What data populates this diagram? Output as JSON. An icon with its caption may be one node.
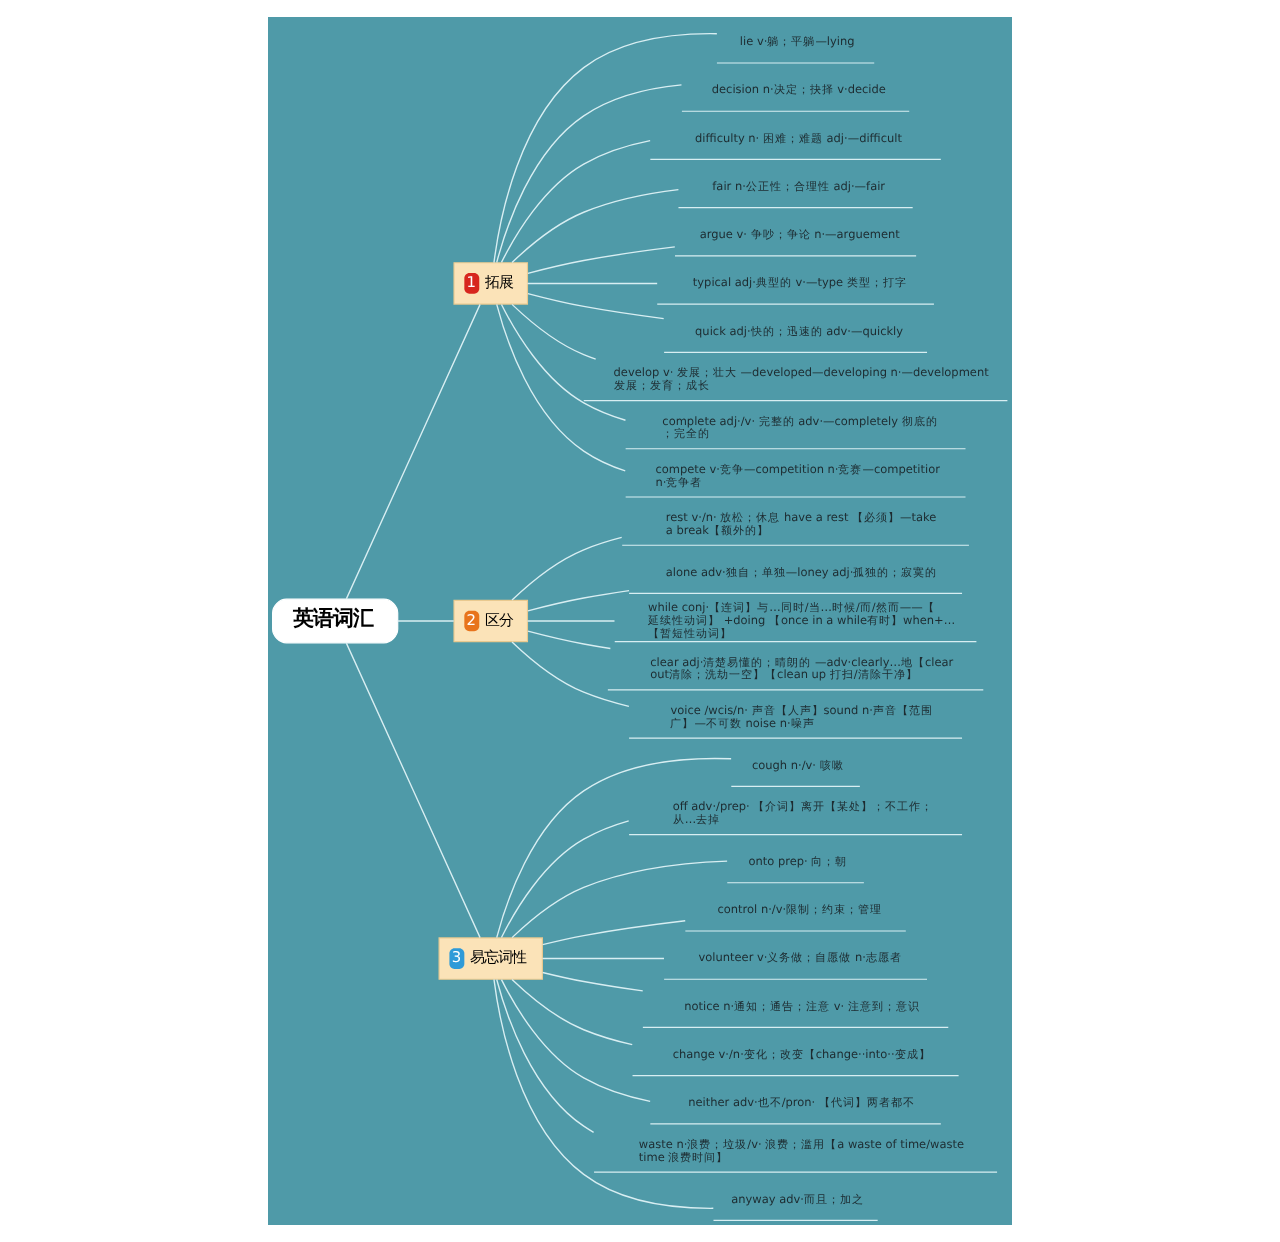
{
  "diagram": {
    "nodes": [
      {
        "text": [
          "英语词汇"
        ]
      },
      {
        "text": [
          "1",
          "拓展"
        ]
      },
      {
        "text": [
          "2",
          "区分"
        ]
      },
      {
        "text": [
          "3",
          "易忘词性"
        ]
      },
      {
        "text": [
          "lie v·躺；平躺—lying"
        ]
      },
      {
        "text": [
          "decision n·决定；抉择 v·decide"
        ]
      },
      {
        "text": [
          "difficulty n· 困难；难题 adj·—difficult"
        ]
      },
      {
        "text": [
          "fair n·公正性；合理性 adj·—fair"
        ]
      },
      {
        "text": [
          "argue v· 争吵；争论 n·—arguement"
        ]
      },
      {
        "text": [
          "typical adj·典型的 v·—type 类型；打字"
        ]
      },
      {
        "text": [
          "quick adj·快的；迅速的 adv·—quickly"
        ]
      },
      {
        "text": [
          "develop v· 发展；壮大 —developed—developing n·—development 发展；发育；成长"
        ]
      },
      {
        "text": [
          "complete adj·/v· 完整的 adv·—completely 彻底的；完全的"
        ]
      },
      {
        "text": [
          "compete v·竞争—competition n·竞赛—competitior n·竞争者"
        ]
      },
      {
        "text": [
          "rest v·/n· 放松；休息 have a rest 【必须】—take a break【额外的】"
        ]
      },
      {
        "text": [
          "alone adv·独自；单独—loney adj·孤独的；寂寞的"
        ]
      },
      {
        "text": [
          "while conj·【连词】与…同时/当…时候/而/然而——【延续性动词】 +doing 【once in a while有时】when+… 【暂短性动词】"
        ]
      },
      {
        "text": [
          "clear adj·清楚易懂的；晴朗的 —adv·clearly…地【clear out清除；洗劫一空】【clean up 打扫/清除干净】"
        ]
      },
      {
        "text": [
          "voice /wcis/n· 声音【人声】sound n·声音【范围广】—不可数 noise n·噪声"
        ]
      },
      {
        "text": [
          "cough n·/v· 咳嗽"
        ]
      },
      {
        "text": [
          "off adv·/prep· 【介词】离开【某处】；不工作；从…去掉"
        ]
      },
      {
        "text": [
          "onto prep· 向；朝"
        ]
      },
      {
        "text": [
          "control n·/v·限制；约束；管理"
        ]
      },
      {
        "text": [
          "volunteer v·义务做；自愿做 n·志愿者"
        ]
      },
      {
        "text": [
          "notice n·通知；通告；注意 v· 注意到；意识"
        ]
      },
      {
        "text": [
          "change v·/n·变化；改变【change··into··变成】"
        ]
      },
      {
        "text": [
          "neither adv·也不/pron· 【代词】两者都不"
        ]
      },
      {
        "text": [
          "waste n·浪费；垃圾/v· 浪费；滥用【a waste of time/waste time 浪费时间】"
        ]
      },
      {
        "text": [
          "anyway adv·而且；加之"
        ]
      }
    ],
    "edges": [
      {
        "from": 0,
        "to": 1,
        "arrow": "none"
      },
      {
        "from": 0,
        "to": 2,
        "arrow": "none"
      },
      {
        "from": 0,
        "to": 3,
        "arrow": "none"
      },
      {
        "from": 1,
        "to": 4,
        "arrow": "none"
      },
      {
        "from": 1,
        "to": 5,
        "arrow": "none"
      },
      {
        "from": 1,
        "to": 6,
        "arrow": "none"
      },
      {
        "from": 1,
        "to": 7,
        "arrow": "none"
      },
      {
        "from": 1,
        "to": 8,
        "arrow": "none"
      },
      {
        "from": 1,
        "to": 9,
        "arrow": "none"
      },
      {
        "from": 1,
        "to": 10,
        "arrow": "none"
      },
      {
        "from": 1,
        "to": 11,
        "arrow": "none"
      },
      {
        "from": 1,
        "to": 12,
        "arrow": "none"
      },
      {
        "from": 1,
        "to": 13,
        "arrow": "none"
      },
      {
        "from": 2,
        "to": 14,
        "arrow": "none"
      },
      {
        "from": 2,
        "to": 15,
        "arrow": "none"
      },
      {
        "from": 2,
        "to": 16,
        "arrow": "none"
      },
      {
        "from": 2,
        "to": 17,
        "arrow": "none"
      },
      {
        "from": 2,
        "to": 18,
        "arrow": "none"
      },
      {
        "from": 3,
        "to": 19,
        "arrow": "none"
      },
      {
        "from": 3,
        "to": 20,
        "arrow": "none"
      },
      {
        "from": 3,
        "to": 21,
        "arrow": "none"
      },
      {
        "from": 3,
        "to": 22,
        "arrow": "none"
      },
      {
        "from": 3,
        "to": 23,
        "arrow": "none"
      },
      {
        "from": 3,
        "to": 24,
        "arrow": "none"
      },
      {
        "from": 3,
        "to": 25,
        "arrow": "none"
      },
      {
        "from": 3,
        "to": 26,
        "arrow": "none"
      },
      {
        "from": 3,
        "to": 27,
        "arrow": "none"
      },
      {
        "from": 3,
        "to": 28,
        "arrow": "none"
      }
    ]
  }
}
